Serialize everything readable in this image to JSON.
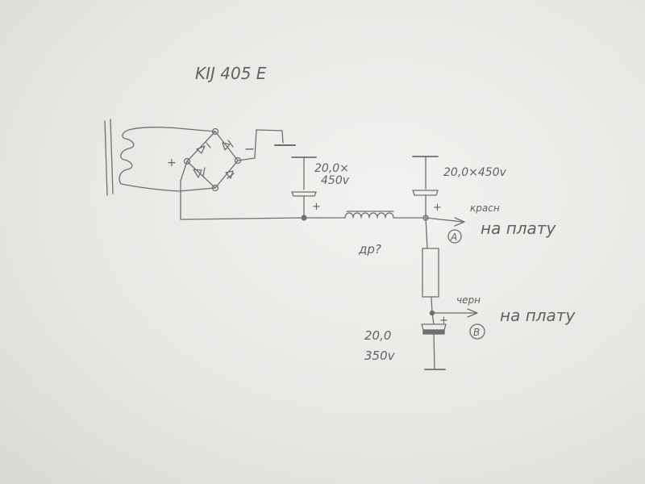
{
  "diagram": {
    "bridge_label": "KIJ 405 E",
    "plus_sign": "+",
    "minus_sign": "−",
    "cap1_label_line1": "20,0×",
    "cap1_label_line2": "450v",
    "cap2_label": "20,0×450v",
    "choke_label": "др?",
    "red_wire_label": "красн",
    "black_wire_label": "черн",
    "to_board_a": "на плату",
    "to_board_b": "на плату",
    "point_a": "A",
    "point_b": "B",
    "cap3_label_line1": "20,0",
    "cap3_label_line2": "350v"
  }
}
